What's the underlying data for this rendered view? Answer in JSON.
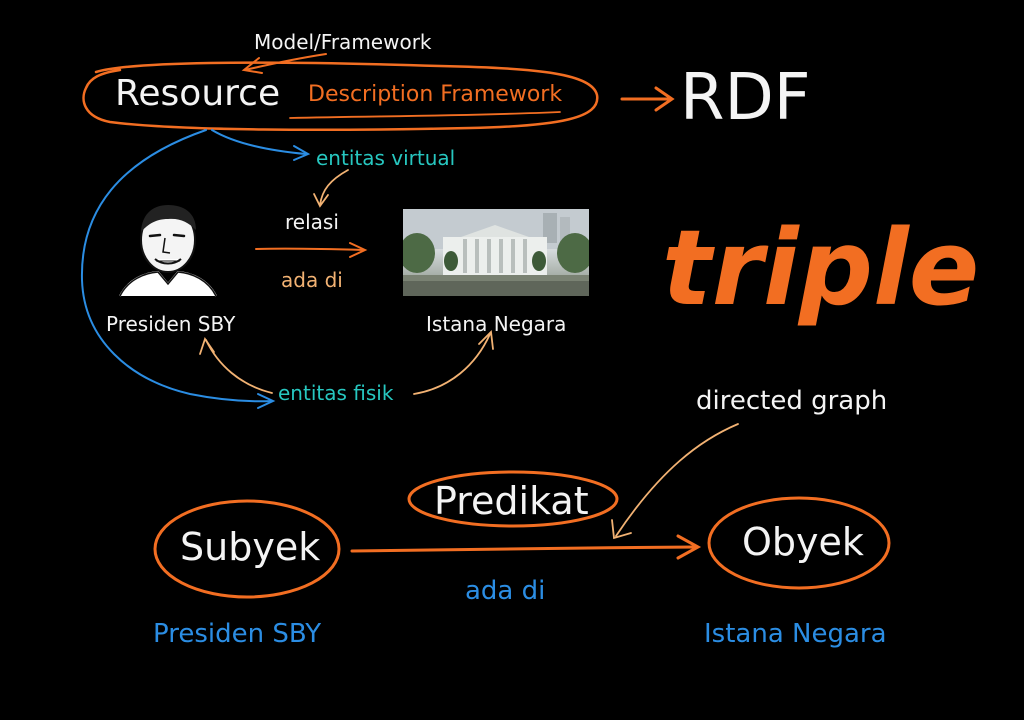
{
  "header": {
    "model_framework": "Model/Framework",
    "resource": "Resource",
    "description_framework": "Description Framework",
    "rdf": "RDF"
  },
  "top_diagram": {
    "virtual_entity": "entitas virtual",
    "relation": "relasi",
    "relation_value": "ada di",
    "subject_name": "Presiden SBY",
    "object_name": "Istana Negara",
    "physical_entity": "entitas fisik"
  },
  "triple_label": "triple",
  "graph_label": "directed graph",
  "triple_diagram": {
    "subject": "Subyek",
    "predicate": "Predikat",
    "object": "Obyek",
    "predicate_value": "ada di",
    "subject_value": "Presiden SBY",
    "object_value": "Istana Negara"
  },
  "colors": {
    "background": "#000000",
    "white": "#f4f4f4",
    "orange": "#f26e22",
    "blue": "#2b8de3",
    "cyan": "#27c7c0",
    "peach": "#f2b273"
  },
  "icons": [
    "sketch-portrait-icon",
    "palace-photo"
  ]
}
